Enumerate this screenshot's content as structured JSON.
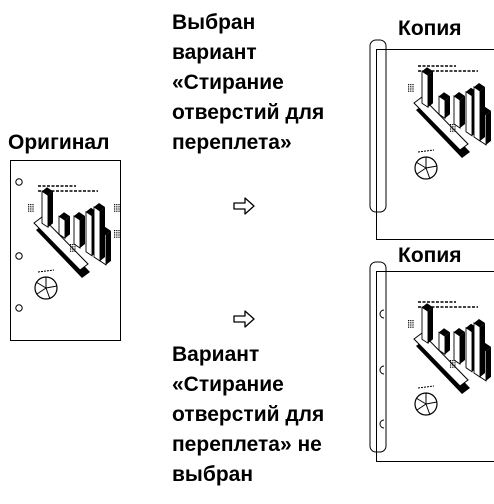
{
  "original": {
    "label": "Оригинал"
  },
  "copy_top": {
    "label": "Копия"
  },
  "copy_bottom": {
    "label": "Копия"
  },
  "caption_top": {
    "lines": [
      "Выбран",
      "вариант",
      "«Стирание",
      "отверстий для",
      "переплета»"
    ]
  },
  "caption_bottom": {
    "lines": [
      "Вариант",
      "«Стирание",
      "отверстий для",
      "переплета» не",
      "выбран"
    ]
  },
  "icons": {
    "arrow": "hollow-right-arrow-icon",
    "chart": "isometric-bar-chart-icon",
    "pie": "pie-chart-icon",
    "hole": "punch-hole-icon",
    "highlight": "erased-area-highlight"
  },
  "colors": {
    "ink": "#000000",
    "paper": "#ffffff"
  }
}
